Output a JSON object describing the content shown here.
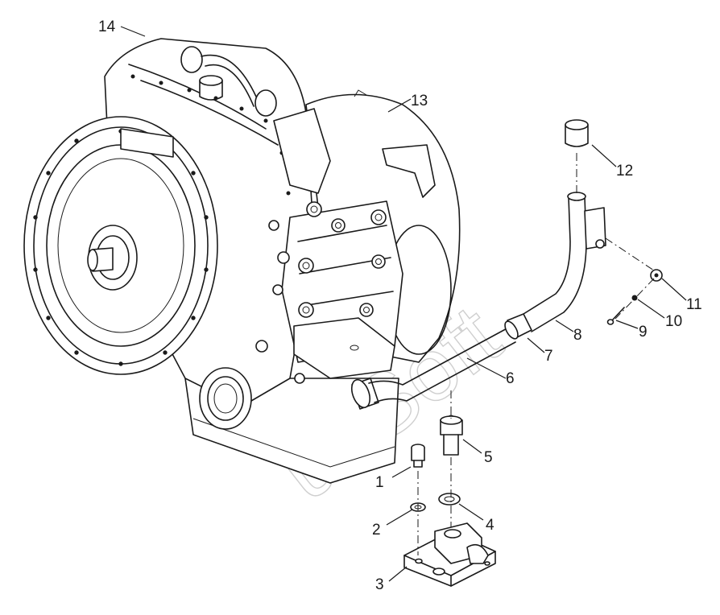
{
  "callouts": {
    "c1": "1",
    "c2": "2",
    "c3": "3",
    "c4": "4",
    "c5": "5",
    "c6": "6",
    "c7": "7",
    "c8": "8",
    "c9": "9",
    "c10": "10",
    "c11": "11",
    "c12": "12",
    "c13": "13",
    "c14": "14"
  },
  "watermark": "ukSoft"
}
